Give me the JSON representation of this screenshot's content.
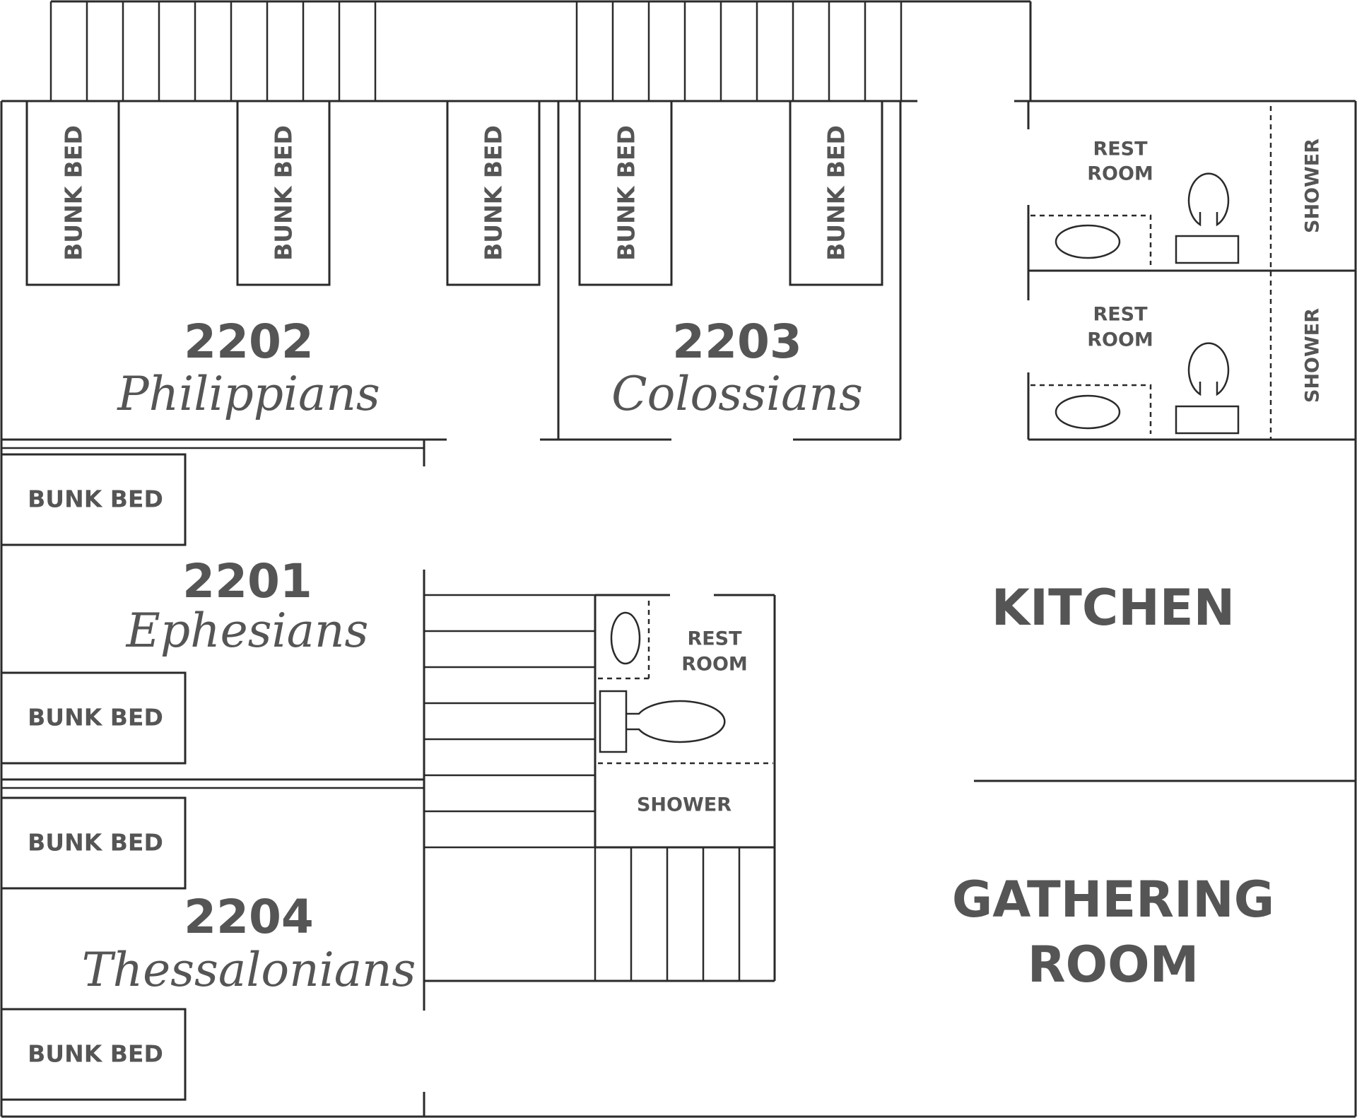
{
  "colors": {
    "ink": "#2a2a2a",
    "text": "#555555",
    "background": "#ffffff"
  },
  "labels": {
    "bunk_bed": "BUNK BED",
    "rest_room_line1": "REST",
    "rest_room_line2": "ROOM",
    "shower": "SHOWER"
  },
  "rooms": {
    "r2202": {
      "number": "2202",
      "name": "Philippians"
    },
    "r2203": {
      "number": "2203",
      "name": "Colossians"
    },
    "r2201": {
      "number": "2201",
      "name": "Ephesians"
    },
    "r2204": {
      "number": "2204",
      "name": "Thessalonians"
    }
  },
  "kitchen": "KITCHEN",
  "gathering": {
    "line1": "GATHERING",
    "line2": "ROOM"
  }
}
